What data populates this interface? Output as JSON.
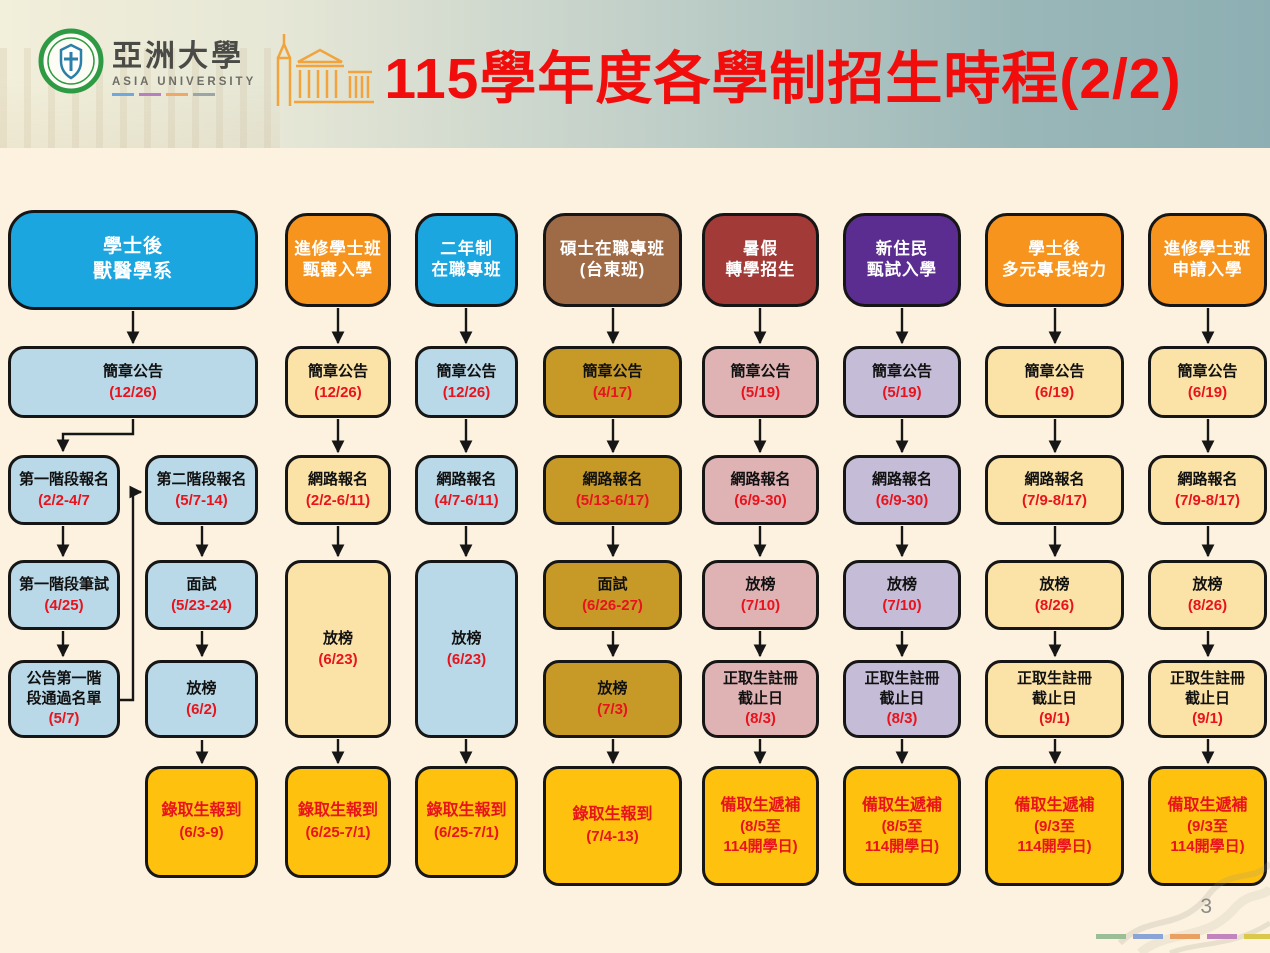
{
  "banner": {
    "title": "115學年度各學制招生時程(2/2)",
    "logo_cn": "亞洲大學",
    "logo_en": "ASIA UNIVERSITY"
  },
  "columns": [
    {
      "header": "學士後\n獸醫學系",
      "steps": {
        "announce": {
          "label": "簡章公告",
          "date": "(12/26)"
        },
        "a1": {
          "label": "第一階段報名",
          "date": "(2/2-4/7"
        },
        "a2": {
          "label": "第一階段筆試",
          "date": "(4/25)"
        },
        "a3": {
          "label": "公告第一階\n段通過名單",
          "date": "(5/7)"
        },
        "b1": {
          "label": "第二階段報名",
          "date": "(5/7-14)"
        },
        "b2": {
          "label": "面試",
          "date": "(5/23-24)"
        },
        "b3": {
          "label": "放榜",
          "date": "(6/2)"
        },
        "final": {
          "label": "錄取生報到",
          "date": "(6/3-9)"
        }
      }
    },
    {
      "header": "進修學士班\n甄審入學",
      "steps": {
        "announce": {
          "label": "簡章公告",
          "date": "(12/26)"
        },
        "apply": {
          "label": "網路報名",
          "date": "(2/2-6/11)"
        },
        "result": {
          "label": "放榜",
          "date": "(6/23)"
        },
        "final": {
          "label": "錄取生報到",
          "date": "(6/25-7/1)"
        }
      }
    },
    {
      "header": "二年制\n在職專班",
      "steps": {
        "announce": {
          "label": "簡章公告",
          "date": "(12/26)"
        },
        "apply": {
          "label": "網路報名",
          "date": "(4/7-6/11)"
        },
        "result": {
          "label": "放榜",
          "date": "(6/23)"
        },
        "final": {
          "label": "錄取生報到",
          "date": "(6/25-7/1)"
        }
      }
    },
    {
      "header": "碩士在職專班\n(台東班)",
      "steps": {
        "announce": {
          "label": "簡章公告",
          "date": "(4/17)"
        },
        "apply": {
          "label": "網路報名",
          "date": "(5/13-6/17)"
        },
        "interview": {
          "label": "面試",
          "date": "(6/26-27)"
        },
        "result": {
          "label": "放榜",
          "date": "(7/3)"
        },
        "final": {
          "label": "錄取生報到",
          "date": "(7/4-13)"
        }
      }
    },
    {
      "header": "暑假\n轉學招生",
      "steps": {
        "announce": {
          "label": "簡章公告",
          "date": "(5/19)"
        },
        "apply": {
          "label": "網路報名",
          "date": "(6/9-30)"
        },
        "result": {
          "label": "放榜",
          "date": "(7/10)"
        },
        "register": {
          "label": "正取生註冊\n截止日",
          "date": "(8/3)"
        },
        "final": {
          "label": "備取生遞補",
          "date": "(8/5至\n114開學日)"
        }
      }
    },
    {
      "header": "新住民\n甄試入學",
      "steps": {
        "announce": {
          "label": "簡章公告",
          "date": "(5/19)"
        },
        "apply": {
          "label": "網路報名",
          "date": "(6/9-30)"
        },
        "result": {
          "label": "放榜",
          "date": "(7/10)"
        },
        "register": {
          "label": "正取生註冊\n截止日",
          "date": "(8/3)"
        },
        "final": {
          "label": "備取生遞補",
          "date": "(8/5至\n114開學日)"
        }
      }
    },
    {
      "header": "學士後\n多元專長培力",
      "steps": {
        "announce": {
          "label": "簡章公告",
          "date": "(6/19)"
        },
        "apply": {
          "label": "網路報名",
          "date": "(7/9-8/17)"
        },
        "result": {
          "label": "放榜",
          "date": "(8/26)"
        },
        "register": {
          "label": "正取生註冊\n截止日",
          "date": "(9/1)"
        },
        "final": {
          "label": "備取生遞補",
          "date": "(9/3至\n114開學日)"
        }
      }
    },
    {
      "header": "進修學士班\n申請入學",
      "steps": {
        "announce": {
          "label": "簡章公告",
          "date": "(6/19)"
        },
        "apply": {
          "label": "網路報名",
          "date": "(7/9-8/17)"
        },
        "result": {
          "label": "放榜",
          "date": "(8/26)"
        },
        "register": {
          "label": "正取生註冊\n截止日",
          "date": "(9/1)"
        },
        "final": {
          "label": "備取生遞補",
          "date": "(9/3至\n114開學日)"
        }
      }
    }
  ],
  "colors": {
    "background": "#FCF2DF",
    "title_red": "#F20D0D",
    "date_red": "#E8131D",
    "blue_header": "#1BA6E0",
    "blue_step": "#B9D9E8",
    "orange_header": "#F7941D",
    "cream_step": "#FBE2A6",
    "brown_header": "#9F6B47",
    "gold_step": "#C79A28",
    "darkred_header": "#A23B38",
    "pink_step": "#DFB2B4",
    "purple_header": "#5B2D90",
    "lavender_step": "#C5BCD7",
    "final_gold": "#FEC10D"
  },
  "footer": {
    "page_number": "3"
  }
}
